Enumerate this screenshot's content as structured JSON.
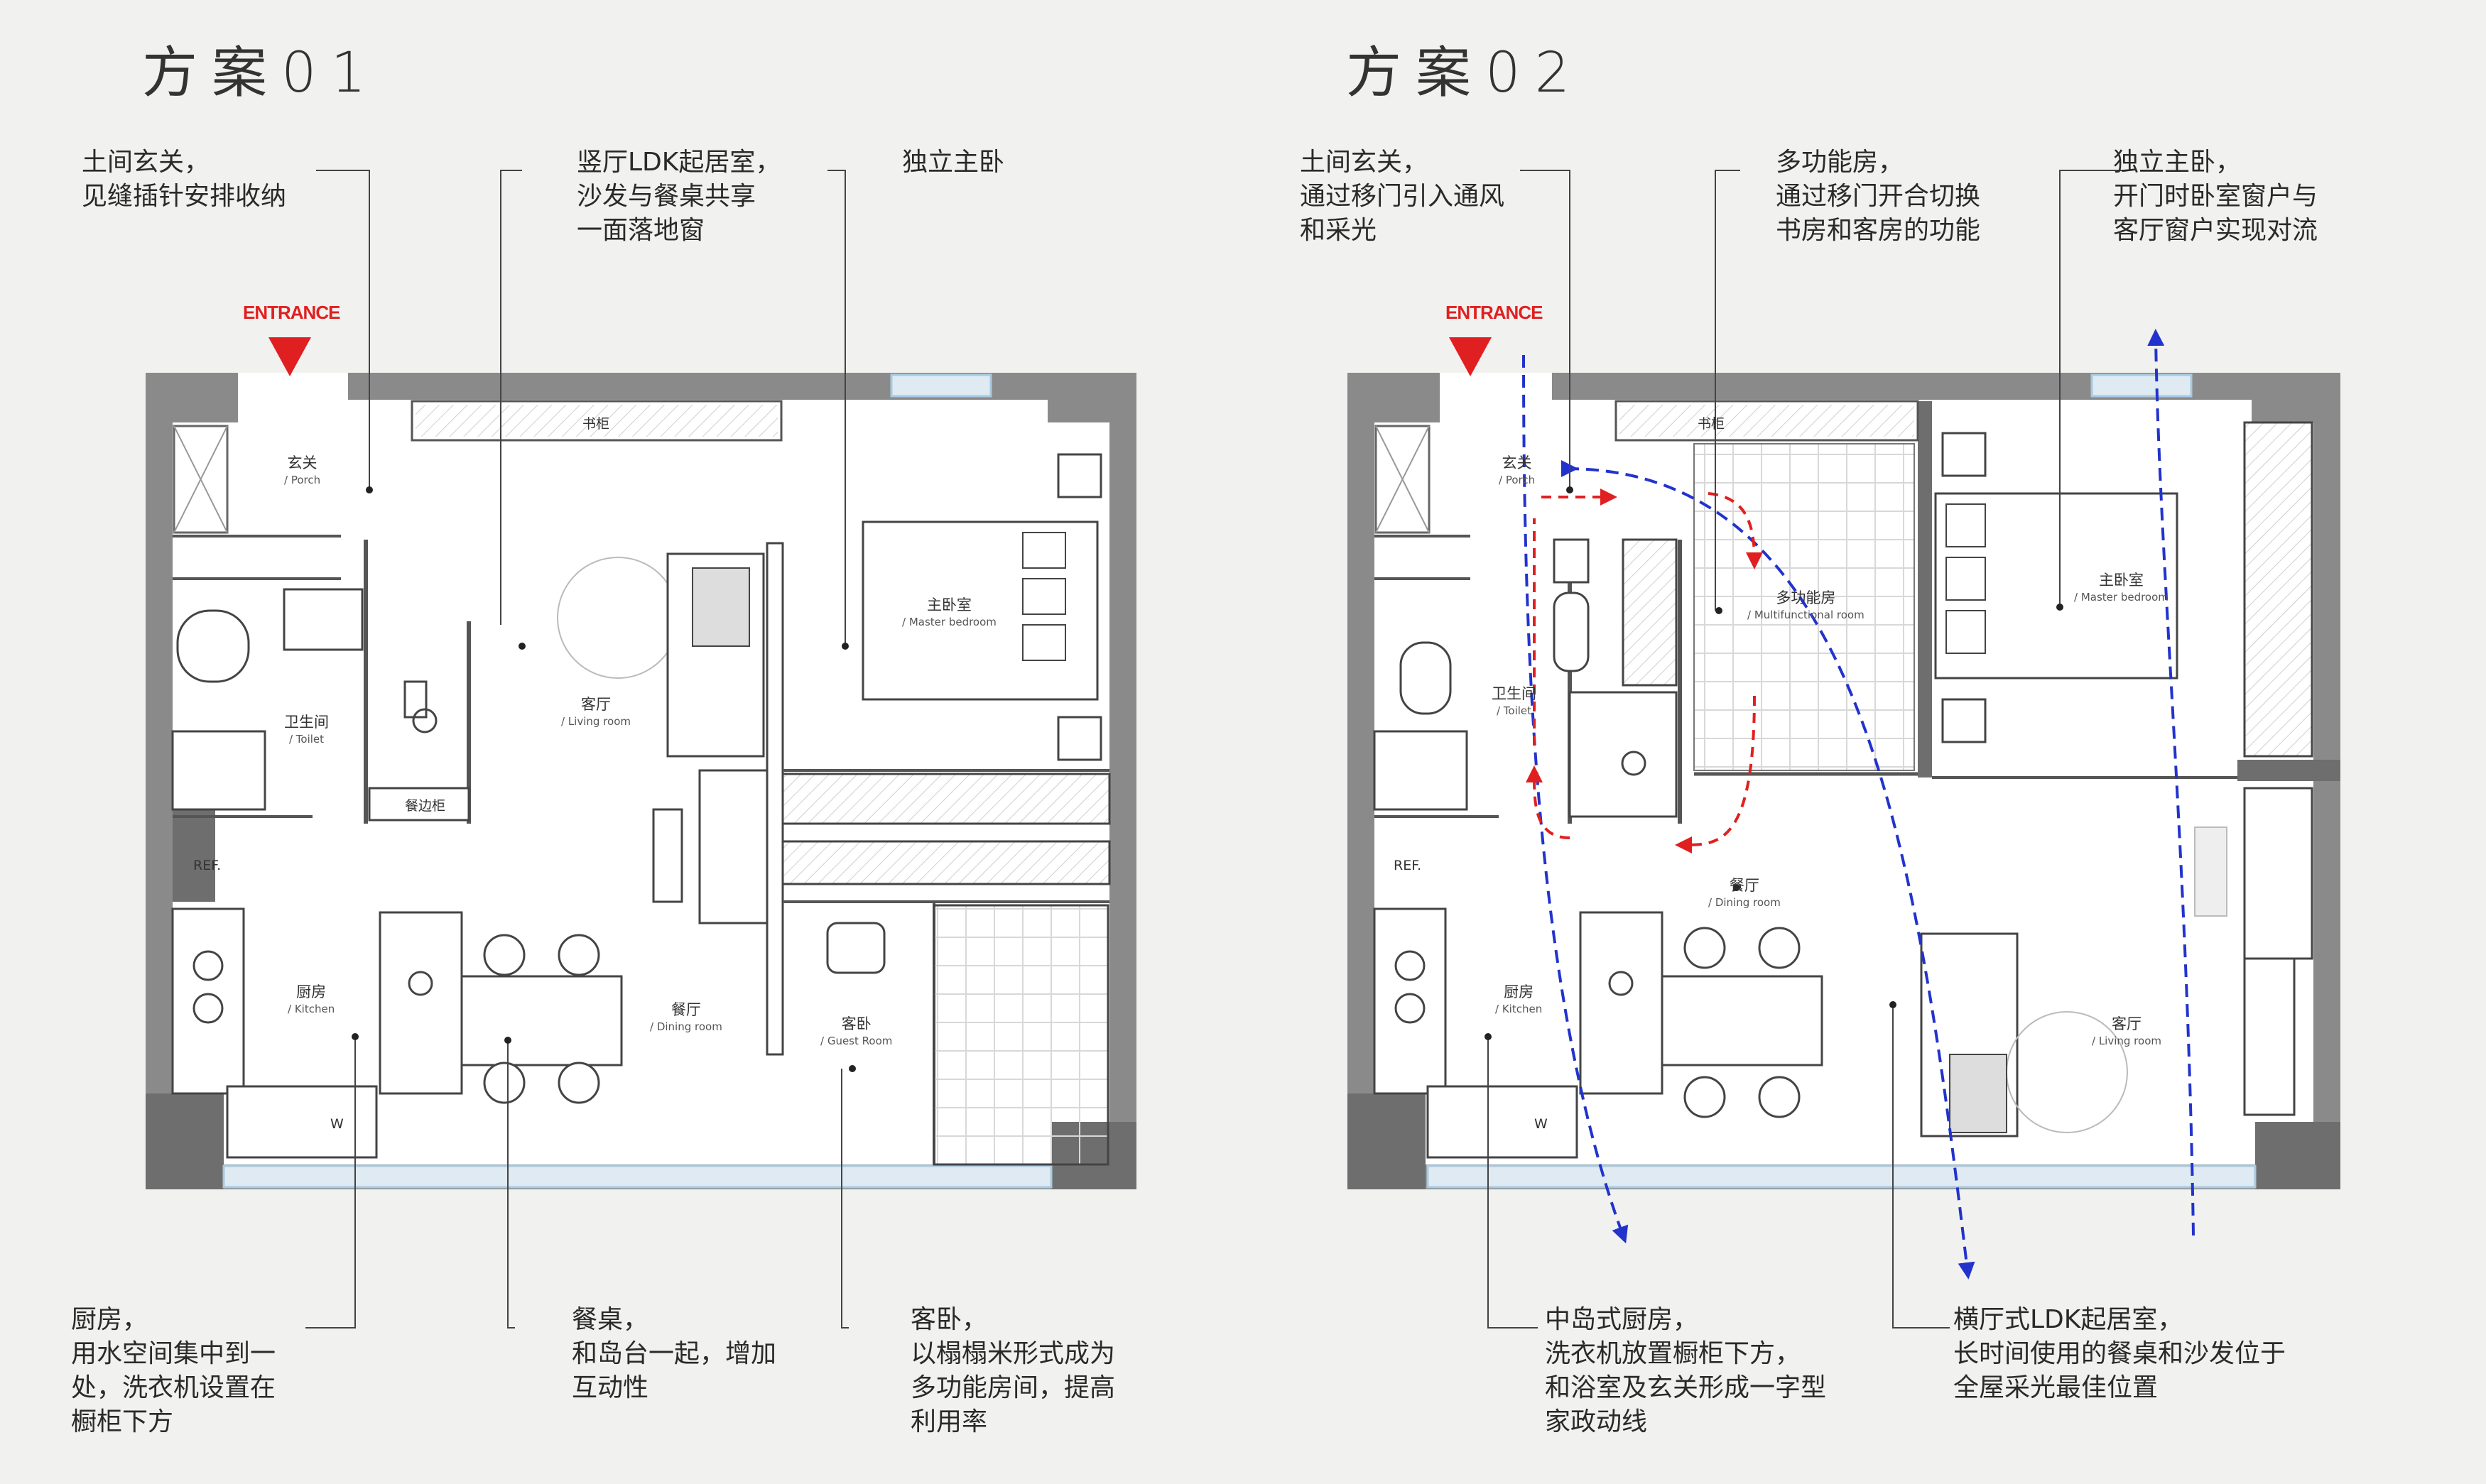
{
  "plan1": {
    "title": "方案01",
    "entrance": "ENTRANCE",
    "annotations": {
      "porch_line1": "土间玄关，",
      "porch_line2": "见缝插针安排收纳",
      "ldk_line1": "竖厅LDK起居室，",
      "ldk_line2": "沙发与餐桌共享",
      "ldk_line3": "一面落地窗",
      "master_line1": "独立主卧",
      "kitchen_line1": "厨房，",
      "kitchen_line2": "用水空间集中到一",
      "kitchen_line3": "处，洗衣机设置在",
      "kitchen_line4": "橱柜下方",
      "dining_line1": "餐桌，",
      "dining_line2": "和岛台一起，增加",
      "dining_line3": "互动性",
      "guest_line1": "客卧，",
      "guest_line2": "以榻榻米形式成为",
      "guest_line3": "多功能房间，提高",
      "guest_line4": "利用率"
    },
    "rooms": {
      "porch_cn": "玄关",
      "porch_en": "/ Porch",
      "toilet_cn": "卫生间",
      "toilet_en": "/ Toilet",
      "living_cn": "客厅",
      "living_en": "/ Living room",
      "master_cn": "主卧室",
      "master_en": "/ Master bedroom",
      "kitchen_cn": "厨房",
      "kitchen_en": "/ Kitchen",
      "dining_cn": "餐厅",
      "dining_en": "/ Dining room",
      "guest_cn": "客卧",
      "guest_en": "/ Guest Room",
      "bookcase": "书柜",
      "sideboard": "餐边柜",
      "ref": "REF.",
      "washer": "W"
    }
  },
  "plan2": {
    "title": "方案02",
    "entrance": "ENTRANCE",
    "annotations": {
      "porch_line1": "土间玄关，",
      "porch_line2": "通过移门引入通风",
      "porch_line3": "和采光",
      "multi_line1": "多功能房，",
      "multi_line2": "通过移门开合切换",
      "multi_line3": "书房和客房的功能",
      "master_line1": "独立主卧，",
      "master_line2": "开门时卧室窗户与",
      "master_line3": "客厅窗户实现对流",
      "kitchen_line1": "中岛式厨房，",
      "kitchen_line2": "洗衣机放置橱柜下方，",
      "kitchen_line3": "和浴室及玄关形成一字型",
      "kitchen_line4": "家政动线",
      "ldk_line1": "横厅式LDK起居室，",
      "ldk_line2": "长时间使用的餐桌和沙发位于",
      "ldk_line3": "全屋采光最佳位置"
    },
    "rooms": {
      "porch_cn": "玄关",
      "porch_en": "/ Porch",
      "toilet_cn": "卫生间",
      "toilet_en": "/ Toilet",
      "multi_cn": "多功能房",
      "multi_en": "/ Multifunctional room",
      "master_cn": "主卧室",
      "master_en": "/ Master bedroom",
      "dining_cn": "餐厅",
      "dining_en": "/ Dining room",
      "living_cn": "客厅",
      "living_en": "/ Living room",
      "kitchen_cn": "厨房",
      "kitchen_en": "/ Kitchen",
      "bookcase": "书柜",
      "ref": "REF.",
      "washer": "W"
    }
  },
  "colors": {
    "wall": "#8a8a8a",
    "wall_dark": "#6e6e6e",
    "line": "#333333",
    "entrance": "#e02020",
    "airflow": "#2233cc",
    "circulation": "#e02020",
    "window": "#a9c9e0"
  }
}
